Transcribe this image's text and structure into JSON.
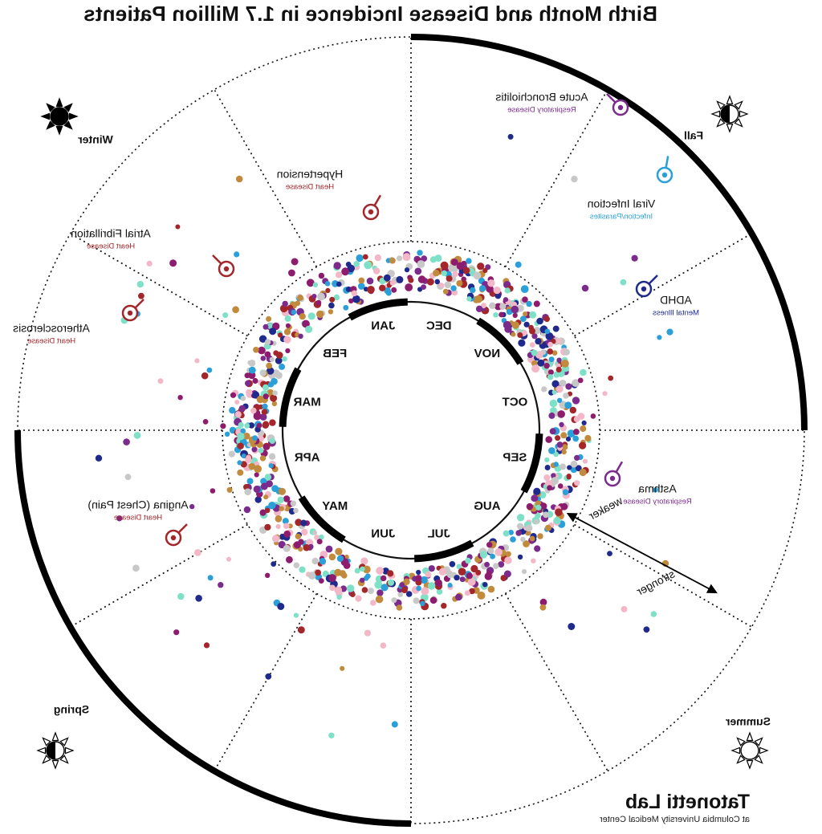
{
  "title": "Birth Month and Disease Incidence in 1.7 Million Patients",
  "brand": {
    "name": "Tatonetti Lab",
    "subtitle": "at Columbia University Medical Center"
  },
  "seasons": [
    "Winter",
    "Spring",
    "Summer",
    "Fall"
  ],
  "months": [
    "JAN",
    "FEB",
    "MAR",
    "APR",
    "MAY",
    "JUN",
    "JUL",
    "AUG",
    "SEP",
    "OCT",
    "NOV",
    "DEC"
  ],
  "strength_scale": {
    "inner": "weaker",
    "outer": "stronger"
  },
  "diseases": [
    {
      "name": "Atrial Fibrillation",
      "category": "Heart Disease",
      "color": "#a3262a"
    },
    {
      "name": "Hypertension",
      "category": "Heart Disease",
      "color": "#a3262a"
    },
    {
      "name": "Atherosclerosis",
      "category": "Heart Disease",
      "color": "#a3262a"
    },
    {
      "name": "Angina (Chest Pain)",
      "category": "Heart Disease",
      "color": "#a3262a"
    },
    {
      "name": "Acute Bronchiolitis",
      "category": "Respiratory Disease",
      "color": "#7b2b8c"
    },
    {
      "name": "Viral Infection",
      "category": "Infection/Parasites",
      "color": "#2a9fd8"
    },
    {
      "name": "ADHD",
      "category": "Mental Illness",
      "color": "#1f2a8c"
    },
    {
      "name": "Asthma",
      "category": "Respiratory Disease",
      "color": "#7b2b8c"
    }
  ],
  "point_colors": [
    "#a3262a",
    "#7b2b8c",
    "#1f2a8c",
    "#2a9fd8",
    "#7fe0c8",
    "#f2b8c8",
    "#c8c8c8",
    "#c28a3c",
    "#8e1c6e"
  ]
}
